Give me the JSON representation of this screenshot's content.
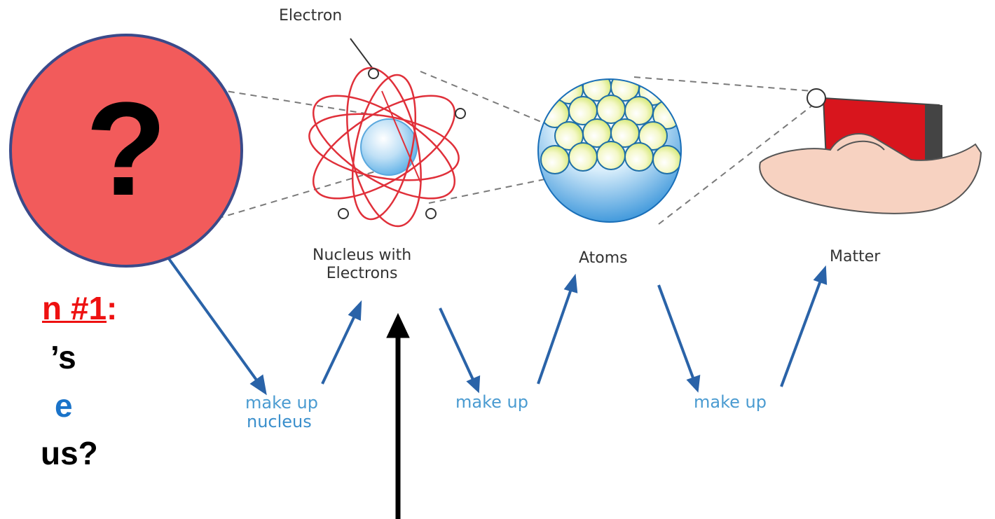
{
  "labels": {
    "electron": "Electron",
    "nucleus_line1": "Nucleus with",
    "nucleus_line2": "Electrons",
    "atoms": "Atoms",
    "matter": "Matter"
  },
  "relations": {
    "make_up_1": "make up",
    "nucleus_note": "nucleus",
    "make_up_2": "make up",
    "make_up_3": "make up"
  },
  "callout": {
    "symbol": "?"
  },
  "question_fragment": {
    "line1_underlined": "n #1",
    "line1_colon": ":",
    "line2": "’s",
    "line3": "e",
    "line4": "us?"
  },
  "colors": {
    "callout_fill": "#f25b5b",
    "callout_border": "#3a4a8a",
    "arrow_blue": "#2a63a8",
    "make_up_text": "#4a9bd1",
    "question_red": "#ee1111",
    "question_blue": "#1a73c9",
    "orbit_red": "#e0303a",
    "matter_red": "#d8151d"
  }
}
